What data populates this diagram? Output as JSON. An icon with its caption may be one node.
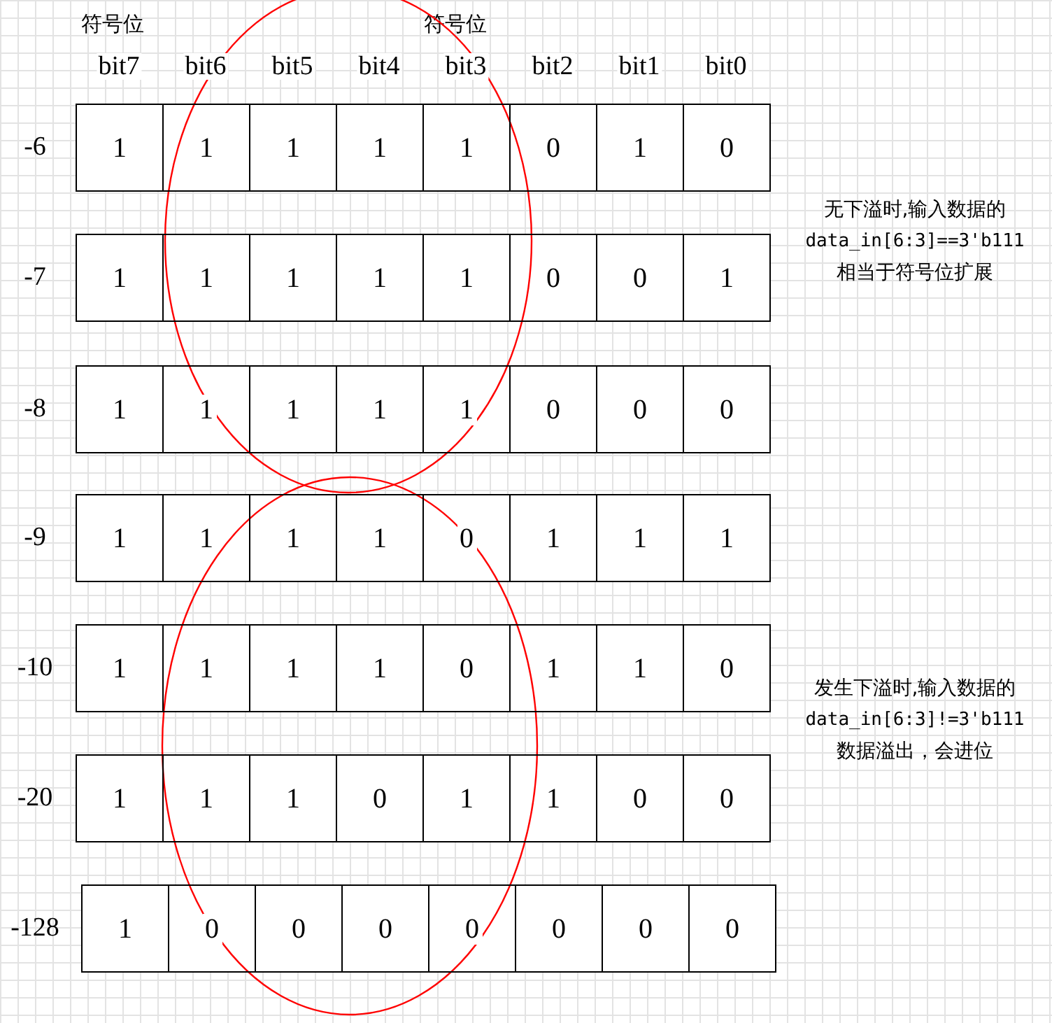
{
  "diagram": {
    "labels": [
      "符号位",
      "符号位",
      "bit7",
      "bit6",
      "bit5",
      "bit4",
      "bit3",
      "bit2",
      "bit1",
      "bit0",
      "-6",
      "1",
      "1",
      "1",
      "1",
      "1",
      "0",
      "1",
      "0",
      "无下溢时,输入数据的",
      "data_in[6:3]==3'b111",
      "-7",
      "1",
      "1",
      "1",
      "1",
      "1",
      "0",
      "0",
      "1",
      "相当于符号位扩展",
      "-8",
      "1",
      "1",
      "1",
      "1",
      "1",
      "0",
      "0",
      "0",
      "-9",
      "1",
      "1",
      "1",
      "1",
      "0",
      "1",
      "1",
      "1",
      "-10",
      "1",
      "1",
      "1",
      "1",
      "0",
      "1",
      "1",
      "0",
      "发生下溢时,输入数据的",
      "data_in[6:3]!=3'b111",
      "数据溢出，会进位",
      "-20",
      "1",
      "1",
      "1",
      "0",
      "1",
      "1",
      "0",
      "0",
      "-128",
      "1",
      "0",
      "0",
      "0",
      "0",
      "0",
      "0",
      "0"
    ]
  }
}
